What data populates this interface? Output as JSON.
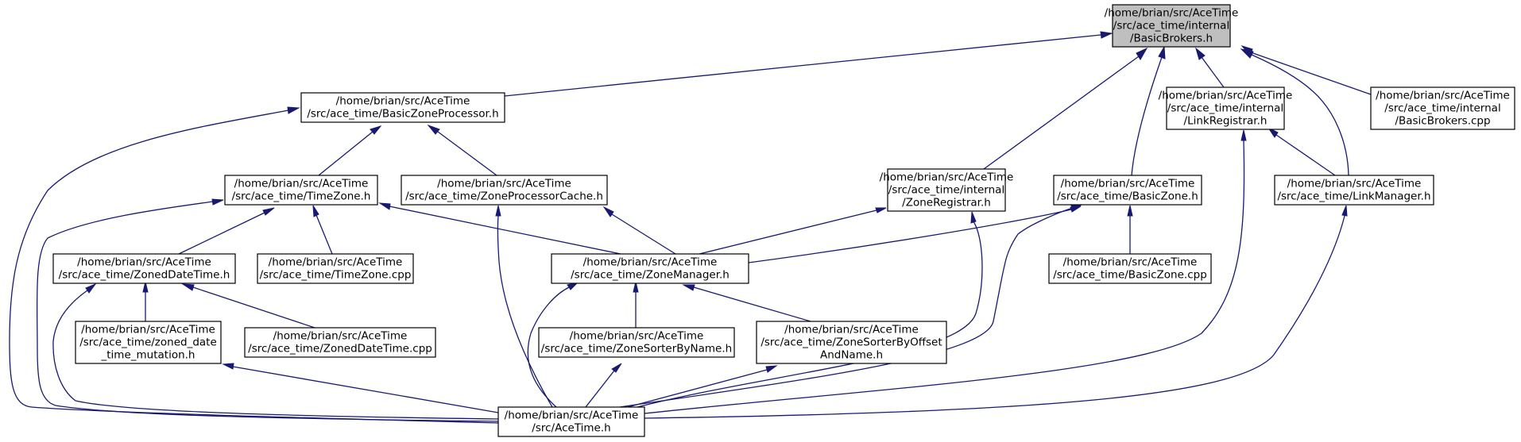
{
  "diagram": {
    "nodes": [
      {
        "id": "basicbrokers_h",
        "lines": [
          "/home/brian/src/AceTime",
          "/src/ace_time/internal",
          "/BasicBrokers.h"
        ],
        "highlight": true
      },
      {
        "id": "basiczoneprocessor_h",
        "lines": [
          "/home/brian/src/AceTime",
          "/src/ace_time/BasicZoneProcessor.h"
        ]
      },
      {
        "id": "linkregistrar_h",
        "lines": [
          "/home/brian/src/AceTime",
          "/src/ace_time/internal",
          "/LinkRegistrar.h"
        ]
      },
      {
        "id": "basicbrokers_cpp",
        "lines": [
          "/home/brian/src/AceTime",
          "/src/ace_time/internal",
          "/BasicBrokers.cpp"
        ]
      },
      {
        "id": "timezone_h",
        "lines": [
          "/home/brian/src/AceTime",
          "/src/ace_time/TimeZone.h"
        ]
      },
      {
        "id": "zoneprocessorcache_h",
        "lines": [
          "/home/brian/src/AceTime",
          "/src/ace_time/ZoneProcessorCache.h"
        ]
      },
      {
        "id": "zoneregistrar_h",
        "lines": [
          "/home/brian/src/AceTime",
          "/src/ace_time/internal",
          "/ZoneRegistrar.h"
        ]
      },
      {
        "id": "basiczone_h",
        "lines": [
          "/home/brian/src/AceTime",
          "/src/ace_time/BasicZone.h"
        ]
      },
      {
        "id": "linkmanager_h",
        "lines": [
          "/home/brian/src/AceTime",
          "/src/ace_time/LinkManager.h"
        ]
      },
      {
        "id": "zoneddatetime_h",
        "lines": [
          "/home/brian/src/AceTime",
          "/src/ace_time/ZonedDateTime.h"
        ]
      },
      {
        "id": "timezone_cpp",
        "lines": [
          "/home/brian/src/AceTime",
          "/src/ace_time/TimeZone.cpp"
        ]
      },
      {
        "id": "zonemanager_h",
        "lines": [
          "/home/brian/src/AceTime",
          "/src/ace_time/ZoneManager.h"
        ]
      },
      {
        "id": "basiczone_cpp",
        "lines": [
          "/home/brian/src/AceTime",
          "/src/ace_time/BasicZone.cpp"
        ]
      },
      {
        "id": "zoned_date_time_mutation_h",
        "lines": [
          "/home/brian/src/AceTime",
          "/src/ace_time/zoned_date",
          "_time_mutation.h"
        ]
      },
      {
        "id": "zoneddatetime_cpp",
        "lines": [
          "/home/brian/src/AceTime",
          "/src/ace_time/ZonedDateTime.cpp"
        ]
      },
      {
        "id": "zonesorterbyname_h",
        "lines": [
          "/home/brian/src/AceTime",
          "/src/ace_time/ZoneSorterByName.h"
        ]
      },
      {
        "id": "zonesorterbyoffsetandname_h",
        "lines": [
          "/home/brian/src/AceTime",
          "/src/ace_time/ZoneSorterByOffset",
          "AndName.h"
        ]
      },
      {
        "id": "acetime_h",
        "lines": [
          "/home/brian/src/AceTime",
          "/src/AceTime.h"
        ]
      }
    ]
  }
}
